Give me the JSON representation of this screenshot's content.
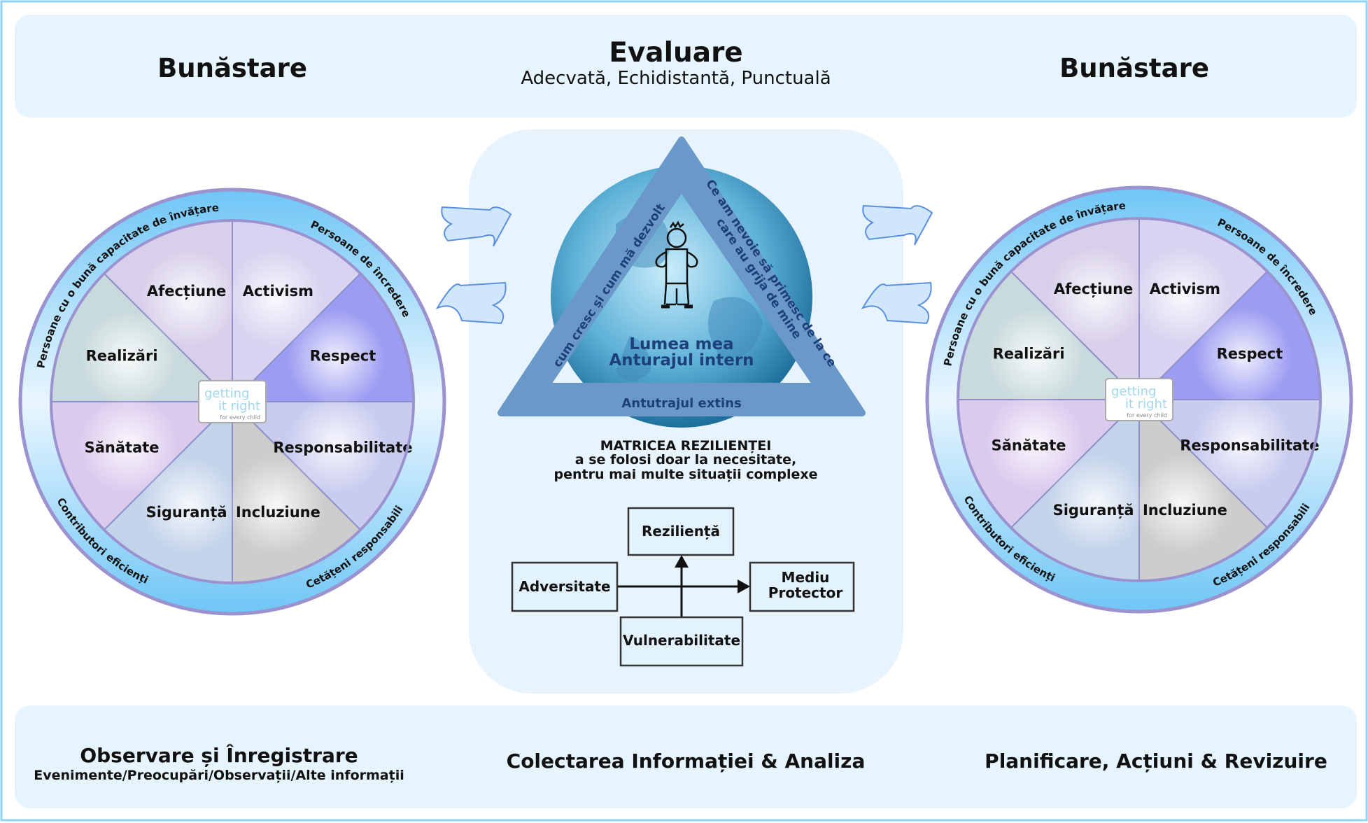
{
  "header": {
    "left_title": "Bunăstare",
    "center_title": "Evaluare",
    "center_subtitle": "Adecvată, Echidistantă, Punctuală",
    "right_title": "Bunăstare"
  },
  "wheel": {
    "segments": [
      "Activism",
      "Respect",
      "Responsabilitate",
      "Incluziune",
      "Siguranță",
      "Sănătate",
      "Realizări",
      "Afecțiune"
    ],
    "segment_colors": [
      "#d9d2f0",
      "#9c9cf2",
      "#c9ccef",
      "#cdcdcd",
      "#c3d3ea",
      "#dccaee",
      "#c8dadc",
      "#d8d0ea"
    ],
    "ring_labels": {
      "top_left": "Persoane cu o bună capacitate de învățare",
      "top_right": "Persoane de încredere",
      "bottom_left": "Contributori eficienți",
      "bottom_right": "Cetățeni responsabili"
    },
    "logo": "getting it right for every child"
  },
  "center": {
    "triangle_left": "cum cresc și cum mă dezvolt",
    "triangle_right_line1": "Ce am nevoie să primesc de la cei",
    "triangle_right_line2": "care au grija de mine",
    "triangle_bottom": "Antutrajul extins",
    "globe_line1": "Lumea mea",
    "globe_line2": "Anturajul intern",
    "matrix_title": "MATRICEA REZILIENȚEI",
    "matrix_sub1": "a se folosi doar la necesitate,",
    "matrix_sub2": "pentru mai multe situații complexe",
    "boxes": {
      "top": "Reziliență",
      "left": "Adversitate",
      "right_line1": "Mediu",
      "right_line2": "Protector",
      "bottom": "Vulnerabilitate"
    }
  },
  "footer": {
    "left_title": "Observare și Înregistrare",
    "left_subtitle": "Evenimente/Preocupări/Observații/Alte informații",
    "center_title": "Colectarea Informației & Analiza",
    "right_title": "Planificare, Acțiuni & Revizuire"
  },
  "colors": {
    "banner": "#e6f4fd",
    "ring": "#7fcdf7",
    "triangle": "#6a98c8",
    "text_dark_blue": "#1d3f7a"
  }
}
